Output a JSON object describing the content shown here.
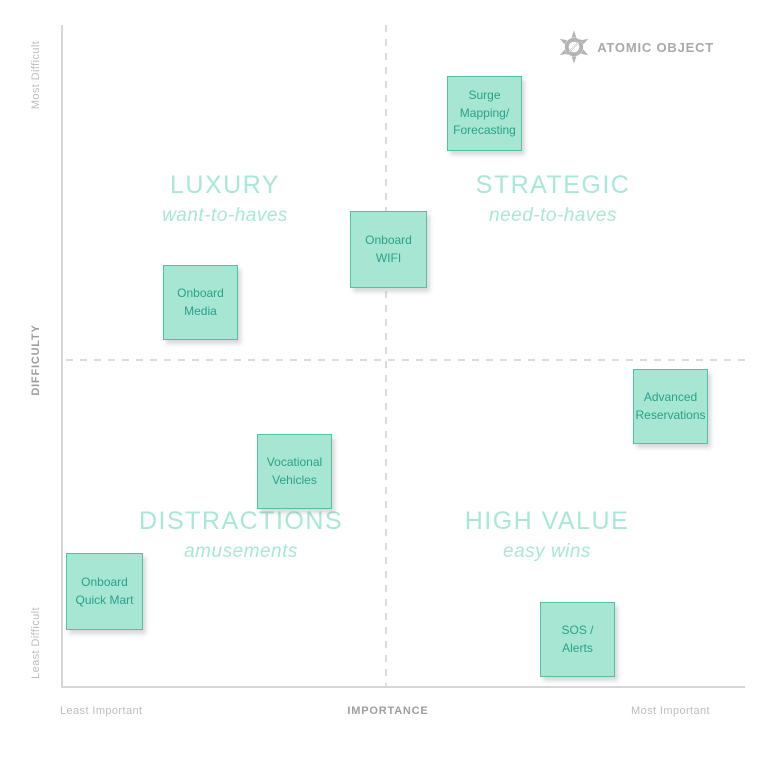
{
  "logo": {
    "brand": "ATOMIC OBJECT"
  },
  "axes": {
    "y": {
      "label": "DIFFICULTY",
      "top": "Most Difficult",
      "bottom": "Least Difficult"
    },
    "x": {
      "label": "IMPORTANCE",
      "left": "Least Important",
      "right": "Most Important"
    }
  },
  "quadrants": [
    {
      "title": "LUXURY",
      "subtitle": "want-to-haves"
    },
    {
      "title": "STRATEGIC",
      "subtitle": "need-to-haves"
    },
    {
      "title": "DISTRACTIONS",
      "subtitle": "amusements"
    },
    {
      "title": "HIGH VALUE",
      "subtitle": "easy wins"
    }
  ],
  "notes": [
    {
      "label": "Surge\nMapping/\nForecasting",
      "quadrant": "STRATEGIC"
    },
    {
      "label": "Onboard\nWIFI",
      "quadrant": "STRATEGIC"
    },
    {
      "label": "Onboard\nMedia",
      "quadrant": "LUXURY"
    },
    {
      "label": "Advanced\nReservations",
      "quadrant": "HIGH VALUE"
    },
    {
      "label": "Vocational\nVehicles",
      "quadrant": "DISTRACTIONS"
    },
    {
      "label": "Onboard\nQuick Mart",
      "quadrant": "DISTRACTIONS"
    },
    {
      "label": "SOS /\nAlerts",
      "quadrant": "HIGH VALUE"
    }
  ],
  "colors": {
    "note_fill": "#a6e6d3",
    "note_border": "#50c1a4",
    "note_text": "#2aa188",
    "quadrant_label": "#a8e8d6",
    "axis_line": "#d6d6d6",
    "axis_text": "#bdbdbd",
    "axis_text_strong": "#9e9e9e",
    "logo_gray": "#b0b0b0"
  }
}
